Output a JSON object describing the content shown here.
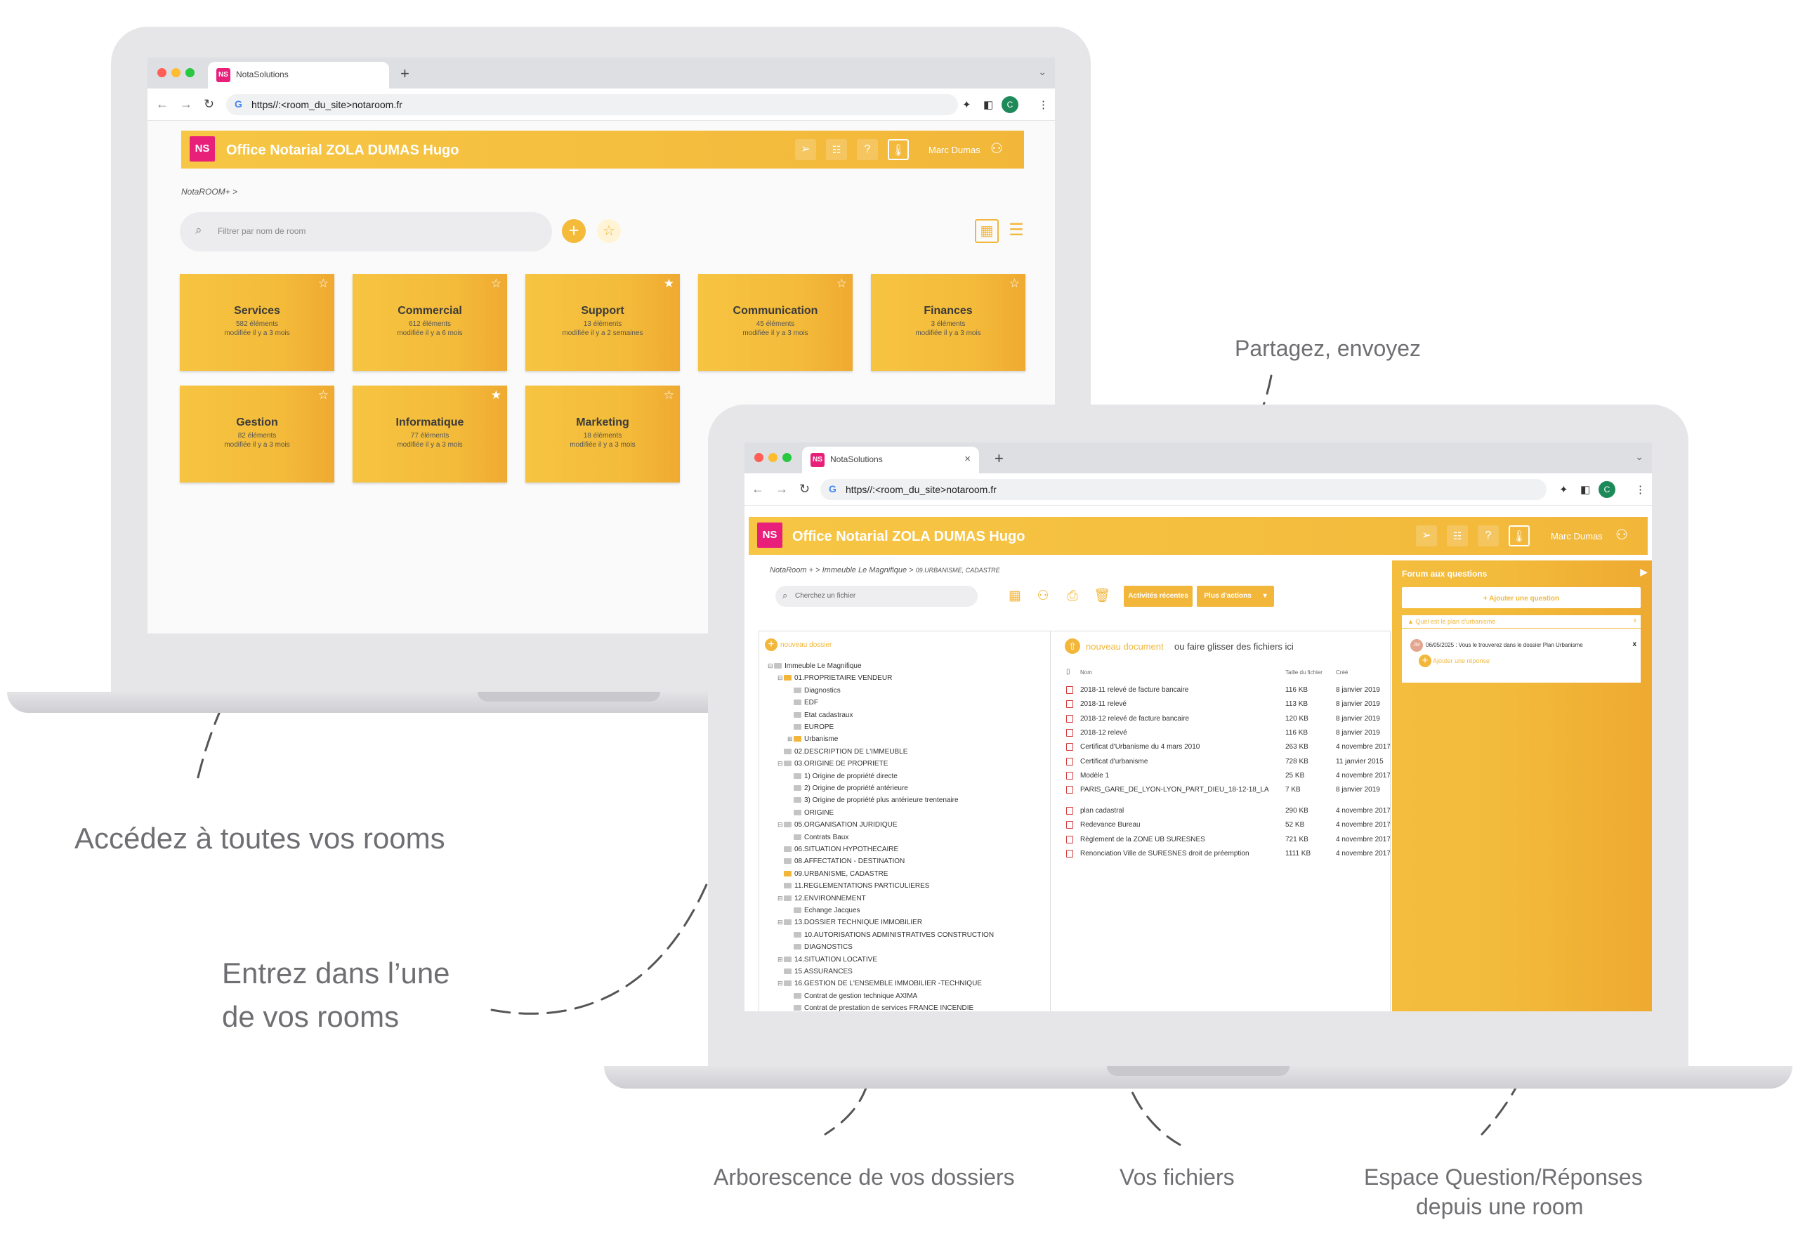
{
  "callouts": {
    "share": "Partagez, envoyez",
    "rooms": "Accédez à toutes vos rooms",
    "enter_line1": "Entrez dans l’une",
    "enter_line2": "de vos rooms",
    "tree": "Arborescence de vos dossiers",
    "files": "Vos fichiers",
    "qa_line1": "Espace Question/Réponses",
    "qa_line2": "depuis une room"
  },
  "browser": {
    "tab_title": "NotaSolutions",
    "url": "https//:<room_du_site>notaroom.fr",
    "profile_initial": "C",
    "new_tab": "+",
    "close_tab": "×"
  },
  "app": {
    "logo_text": "NS",
    "office_title": "Office Notarial ZOLA DUMAS Hugo",
    "user_name": "Marc Dumas"
  },
  "rooms_page": {
    "breadcrumb": "NotaROOM+ >",
    "search_placeholder": "Filtrer par nom de room",
    "rooms": [
      {
        "name": "Services",
        "count": "582 éléments",
        "modified": "modifiée il y a 3 mois",
        "starred": false
      },
      {
        "name": "Commercial",
        "count": "612 éléments",
        "modified": "modifiée il y a 6 mois",
        "starred": false
      },
      {
        "name": "Support",
        "count": "13 éléments",
        "modified": "modifiée il y a 2 semaines",
        "starred": true
      },
      {
        "name": "Communication",
        "count": "45 éléments",
        "modified": "modifiée il y a 3 mois",
        "starred": false
      },
      {
        "name": "Finances",
        "count": "3 éléments",
        "modified": "modifiée il y a 3 mois",
        "starred": false
      },
      {
        "name": "Gestion",
        "count": "82 éléments",
        "modified": "modifiée il y a 3 mois",
        "starred": false
      },
      {
        "name": "Informatique",
        "count": "77 éléments",
        "modified": "modifiée il y a 3 mois",
        "starred": true
      },
      {
        "name": "Marketing",
        "count": "18 éléments",
        "modified": "modifiée il y a 3 mois",
        "starred": false
      }
    ]
  },
  "room_detail": {
    "breadcrumb_root": "NotaRoom + >",
    "breadcrumb_room": "Immeuble Le Magnifique",
    "breadcrumb_sep": ">",
    "breadcrumb_folder": "09.URBANISME, CADASTRE",
    "search_placeholder": "Cherchez un fichier",
    "recent_button": "Activités récentes",
    "more_button": "Plus d'actions",
    "new_folder": "nouveau dossier",
    "new_document": "nouveau document",
    "drop_hint": "ou faire glisser des fichiers ici",
    "columns": {
      "name": "Nom",
      "size": "Taille du fichier",
      "created": "Créé"
    },
    "tree": [
      {
        "label": "Immeuble Le Magnifique",
        "indent": 0,
        "toggle": "⊟",
        "open": false
      },
      {
        "label": "01.PROPRIETAIRE VENDEUR",
        "indent": 1,
        "toggle": "⊟",
        "open": true
      },
      {
        "label": "Diagnostics",
        "indent": 2,
        "toggle": "",
        "open": false
      },
      {
        "label": "EDF",
        "indent": 2,
        "toggle": "",
        "open": false
      },
      {
        "label": "Etat cadastraux",
        "indent": 2,
        "toggle": "",
        "open": false
      },
      {
        "label": "EUROPE",
        "indent": 2,
        "toggle": "",
        "open": false
      },
      {
        "label": "Urbanisme",
        "indent": 2,
        "toggle": "⊞",
        "open": true
      },
      {
        "label": "02.DESCRIPTION DE L'IMMEUBLE",
        "indent": 1,
        "toggle": "",
        "open": false
      },
      {
        "label": "03.ORIGINE DE PROPRIETE",
        "indent": 1,
        "toggle": "⊟",
        "open": false
      },
      {
        "label": "1) Origine de propriété directe",
        "indent": 2,
        "toggle": "",
        "open": false
      },
      {
        "label": "2) Origine de propriété antérieure",
        "indent": 2,
        "toggle": "",
        "open": false
      },
      {
        "label": "3) Origine de propriété plus antérieure trentenaire",
        "indent": 2,
        "toggle": "",
        "open": false
      },
      {
        "label": "ORIGINE",
        "indent": 2,
        "toggle": "",
        "open": false
      },
      {
        "label": "05.ORGANISATION JURIDIQUE",
        "indent": 1,
        "toggle": "⊟",
        "open": false
      },
      {
        "label": "Contrats Baux",
        "indent": 2,
        "toggle": "",
        "open": false
      },
      {
        "label": "06.SITUATION HYPOTHECAIRE",
        "indent": 1,
        "toggle": "",
        "open": false
      },
      {
        "label": "08.AFFECTATION - DESTINATION",
        "indent": 1,
        "toggle": "",
        "open": false
      },
      {
        "label": "09.URBANISME, CADASTRE",
        "indent": 1,
        "toggle": "",
        "open": true
      },
      {
        "label": "11.REGLEMENTATIONS PARTICULIERES",
        "indent": 1,
        "toggle": "",
        "open": false
      },
      {
        "label": "12.ENVIRONNEMENT",
        "indent": 1,
        "toggle": "⊟",
        "open": false
      },
      {
        "label": "Echange Jacques",
        "indent": 2,
        "toggle": "",
        "open": false
      },
      {
        "label": "13.DOSSIER TECHNIQUE IMMOBILIER",
        "indent": 1,
        "toggle": "⊟",
        "open": false
      },
      {
        "label": "10.AUTORISATIONS ADMINISTRATIVES CONSTRUCTION",
        "indent": 2,
        "toggle": "",
        "open": false
      },
      {
        "label": "DIAGNOSTICS",
        "indent": 2,
        "toggle": "",
        "open": false
      },
      {
        "label": "14.SITUATION LOCATIVE",
        "indent": 1,
        "toggle": "⊞",
        "open": false
      },
      {
        "label": "15.ASSURANCES",
        "indent": 1,
        "toggle": "",
        "open": false
      },
      {
        "label": "16.GESTION DE L'ENSEMBLE IMMOBILIER -TECHNIQUE",
        "indent": 1,
        "toggle": "⊟",
        "open": false
      },
      {
        "label": "Contrat de gestion technique AXIMA",
        "indent": 2,
        "toggle": "",
        "open": false
      },
      {
        "label": "Contrat de prestation de services FRANCE INCENDIE",
        "indent": 2,
        "toggle": "",
        "open": false
      }
    ],
    "files": [
      {
        "name": "2018-11 relevé de facture bancaire",
        "size": "116 KB",
        "created": "8 janvier 2019"
      },
      {
        "name": "2018-11 relevé",
        "size": "113 KB",
        "created": "8 janvier 2019"
      },
      {
        "name": "2018-12 relevé de facture bancaire",
        "size": "120 KB",
        "created": "8 janvier 2019"
      },
      {
        "name": "2018-12 relevé",
        "size": "116 KB",
        "created": "8 janvier 2019"
      },
      {
        "name": "Certificat d'Urbanisme du 4 mars 2010",
        "size": "263 KB",
        "created": "4 novembre 2017"
      },
      {
        "name": "Certificat d'urbanisme",
        "size": "728 KB",
        "created": "11 janvier 2015"
      },
      {
        "name": "Modèle 1",
        "size": "25 KB",
        "created": "4 novembre 2017"
      },
      {
        "name": "PARIS_GARE_DE_LYON-LYON_PART_DIEU_18-12-18_LA",
        "size": "7 KB",
        "created": "8 janvier 2019"
      },
      {
        "name": "plan cadastral",
        "size": "290 KB",
        "created": "4 novembre 2017"
      },
      {
        "name": "Redevance Bureau",
        "size": "52 KB",
        "created": "4 novembre 2017"
      },
      {
        "name": "Règlement de la ZONE UB SURESNES",
        "size": "721 KB",
        "created": "4 novembre 2017"
      },
      {
        "name": "Renonciation Ville de SURESNES droit de préemption",
        "size": "1111 KB",
        "created": "4 novembre 2017"
      }
    ],
    "forum": {
      "title": "Forum aux questions",
      "add_question": "+ Ajouter une question",
      "question": "Quel est le plan d'urbanisme",
      "answer_initials": "JM",
      "answer": "06/05/2025 : Vous le trouverez dans le dossier Plan Urbanisme",
      "add_answer": "Ajouter une réponse",
      "close": "x"
    }
  },
  "colors": {
    "brand_yellow": "#f2b73a",
    "brand_pink": "#e8207a",
    "callout_gray": "#6f6f73"
  }
}
